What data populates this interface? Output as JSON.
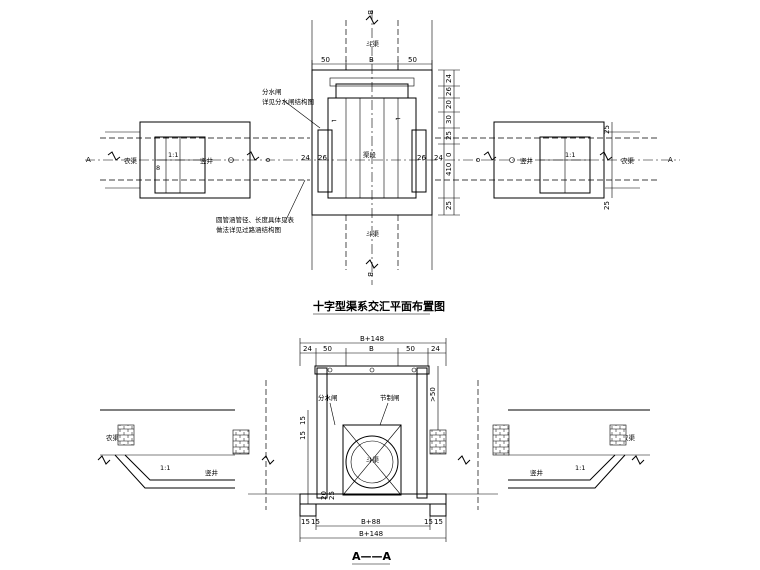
{
  "plan": {
    "title": "十字型渠系交汇平面布置图",
    "dims_top": [
      "50",
      "B",
      "50"
    ],
    "dims_right": [
      "24",
      "26",
      "20",
      "30",
      "25",
      "0",
      "410",
      "25"
    ],
    "dims_inner": [
      "24",
      "26",
      "26",
      "24"
    ],
    "dims_side": [
      "25",
      "25"
    ],
    "labels": {
      "gate_note_1": "分水闸",
      "gate_note_2": "详见分水闸结构图",
      "pipe_note_1": "圆管涵管径、长度具体见表",
      "pipe_note_2": "做法详见过路涵结构图",
      "left_canal": "农渠",
      "right_canal": "农渠",
      "left_well": "竖井",
      "right_well": "竖井",
      "center": "渠段",
      "left_slope": "1:1",
      "right_slope": "1:1",
      "top_canal": "斗渠",
      "bottom_canal": "斗渠",
      "section_a_left": "A",
      "section_a_right": "A",
      "section_b_top": "B",
      "section_b_bottom": "B"
    }
  },
  "section": {
    "title": "A——A",
    "dims_top_1": "B+148",
    "dims_top_2": [
      "24",
      "50",
      "B",
      "50",
      "24"
    ],
    "dims_bottom_1": "B+88",
    "dims_bottom_2": "B+148",
    "dims_bottom_small": [
      "15",
      "15",
      "15",
      "15"
    ],
    "dims_right_v": ">50",
    "dims_left_v": [
      "15",
      "15",
      "20",
      "25"
    ],
    "labels": {
      "gate_1": "分水闸",
      "gate_2": "节制闸",
      "left_canal": "农渠",
      "right_canal": "农渠",
      "left_well": "竖井",
      "right_well": "竖井",
      "center_canal": "斗渠",
      "left_slope": "1:1",
      "right_slope": "1:1"
    }
  }
}
